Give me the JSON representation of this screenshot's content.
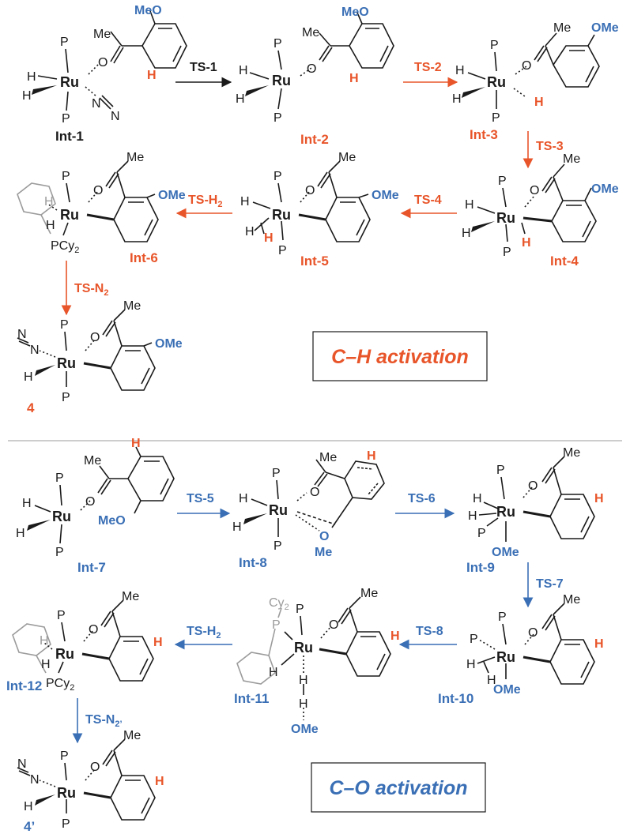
{
  "colors": {
    "orange": "#e8552a",
    "blue": "#3a6fb5",
    "black": "#1a1a1a",
    "gray": "#9b9b9b"
  },
  "atoms": {
    "ru": "Ru",
    "p": "P",
    "h": "H",
    "n": "N",
    "o": "O",
    "me": "Me",
    "ome": "OMe",
    "meo": "MeO",
    "cy2": "Cy",
    "cy2_sub": "2"
  },
  "section_ch": {
    "intermediates": {
      "int1": "Int-1",
      "int2": "Int-2",
      "int3": "Int-3",
      "int4": "Int-4",
      "int5": "Int-5",
      "int6": "Int-6",
      "product": "4"
    },
    "transitions": {
      "ts1": "TS-1",
      "ts2": "TS-2",
      "ts3": "TS-3",
      "ts4": "TS-4",
      "ts_h2_main": "TS-H",
      "ts_h2_sub": "2",
      "ts_n2_main": "TS-N",
      "ts_n2_sub": "2"
    },
    "box_label": "C–H activation"
  },
  "section_co": {
    "intermediates": {
      "int7": "Int-7",
      "int8": "Int-8",
      "int9": "Int-9",
      "int10": "Int-10",
      "int11": "Int-11",
      "int12": "Int-12",
      "product": "4’"
    },
    "transitions": {
      "ts5": "TS-5",
      "ts6": "TS-6",
      "ts7": "TS-7",
      "ts8": "TS-8",
      "ts_h2_main": "TS-H",
      "ts_h2_sub": "2",
      "ts_n2_main": "TS-N",
      "ts_n2_sub": "2’"
    },
    "box_label": "C–O activation"
  }
}
